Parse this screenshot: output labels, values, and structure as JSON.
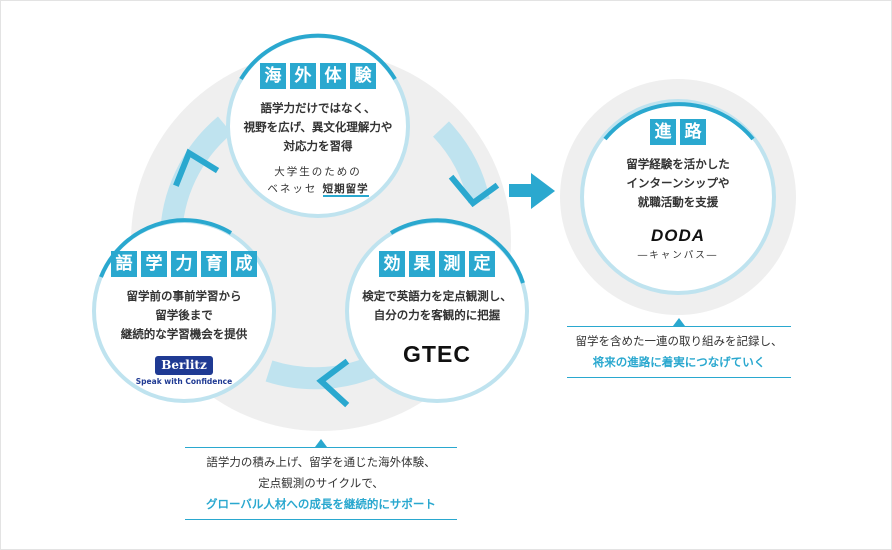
{
  "cycle_nodes": {
    "overseas": {
      "title": [
        "海",
        "外",
        "体",
        "験"
      ],
      "desc": [
        "語学力だけではなく、",
        "視野を広げ、異文化理解力や",
        "対応力を習得"
      ],
      "brand_line1": "大学生のための",
      "brand_line2_prefix": "ベネッセ",
      "brand_line2_highlight": "短期留学"
    },
    "language": {
      "title": [
        "語",
        "学",
        "力",
        "育",
        "成"
      ],
      "desc": [
        "留学前の事前学習から",
        "留学後まで",
        "継続的な学習機会を提供"
      ],
      "logo_text": "Berlitz",
      "logo_tagline": "Speak with Confidence"
    },
    "measurement": {
      "title": [
        "効",
        "果",
        "測",
        "定"
      ],
      "desc": [
        "検定で英語力を定点観測し、",
        "自分の力を客観的に把握"
      ],
      "logo_text": "GTEC"
    }
  },
  "career_node": {
    "title": [
      "進",
      "路"
    ],
    "desc": [
      "留学経験を活かした",
      "インターンシップや",
      "就職活動を支援"
    ],
    "logo_text": "DODA",
    "logo_sub": "―キャンパス―"
  },
  "cycle_callout": {
    "line1": "語学力の積み上げ、留学を通じた海外体験、",
    "line2": "定点観測のサイクルで、",
    "accent": "グローバル人材への成長を継続的にサポート"
  },
  "career_callout": {
    "line1": "留学を含めた一連の取り組みを記録し、",
    "accent": "将来の進路に着実につなげていく"
  },
  "colors": {
    "accent": "#2aa8cf",
    "light_accent": "#bfe3ef",
    "background_circle": "#efefef"
  }
}
